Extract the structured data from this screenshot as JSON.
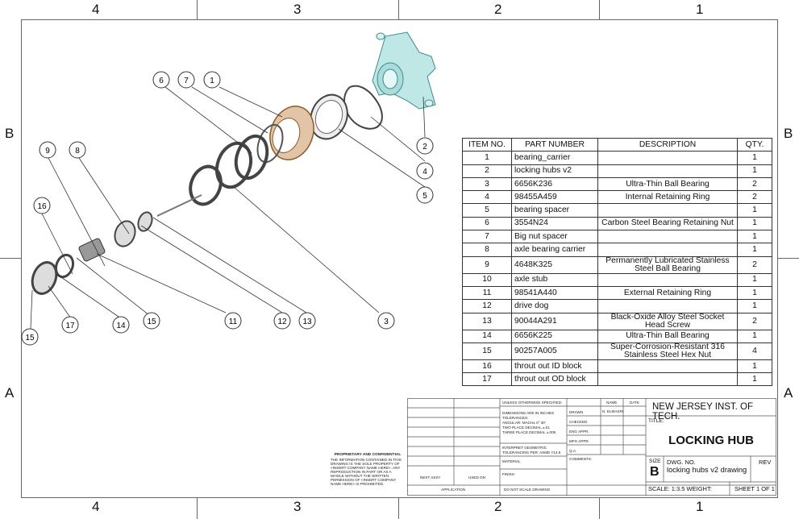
{
  "zones": {
    "cols": [
      "4",
      "3",
      "2",
      "1"
    ],
    "rows": [
      "B",
      "A"
    ]
  },
  "balloons": [
    "1",
    "2",
    "3",
    "4",
    "5",
    "6",
    "7",
    "8",
    "9",
    "11",
    "12",
    "13",
    "14",
    "15",
    "15",
    "16",
    "17"
  ],
  "bom": {
    "headers": [
      "ITEM NO.",
      "PART NUMBER",
      "DESCRIPTION",
      "QTY."
    ],
    "rows": [
      {
        "item": "1",
        "part": "bearing_carrier",
        "desc": "",
        "qty": "1"
      },
      {
        "item": "2",
        "part": "locking hubs v2",
        "desc": "",
        "qty": "1"
      },
      {
        "item": "3",
        "part": "6656K236",
        "desc": "Ultra-Thin Ball Bearing",
        "qty": "2"
      },
      {
        "item": "4",
        "part": "98455A459",
        "desc": "Internal Retaining Ring",
        "qty": "2"
      },
      {
        "item": "5",
        "part": "bearing spacer",
        "desc": "",
        "qty": "1"
      },
      {
        "item": "6",
        "part": "3554N24",
        "desc": "Carbon Steel Bearing Retaining Nut",
        "qty": "1"
      },
      {
        "item": "7",
        "part": "Big nut spacer",
        "desc": "",
        "qty": "1"
      },
      {
        "item": "8",
        "part": "axle bearing carrier",
        "desc": "",
        "qty": "1"
      },
      {
        "item": "9",
        "part": "4648K325",
        "desc": "Permanently Lubricated Stainless Steel Ball Bearing",
        "qty": "2"
      },
      {
        "item": "10",
        "part": "axle stub",
        "desc": "",
        "qty": "1"
      },
      {
        "item": "11",
        "part": "98541A440",
        "desc": "External Retaining Ring",
        "qty": "1"
      },
      {
        "item": "12",
        "part": "drive dog",
        "desc": "",
        "qty": "1"
      },
      {
        "item": "13",
        "part": "90044A291",
        "desc": "Black-Oxide Alloy Steel Socket Head Screw",
        "qty": "2"
      },
      {
        "item": "14",
        "part": "6656K225",
        "desc": "Ultra-Thin Ball Bearing",
        "qty": "1"
      },
      {
        "item": "15",
        "part": "90257A005",
        "desc": "Super-Corrosion-Resistant 316 Stainless Steel Hex Nut",
        "qty": "4"
      },
      {
        "item": "16",
        "part": "throut out ID block",
        "desc": "",
        "qty": "1"
      },
      {
        "item": "17",
        "part": "throut out OD block",
        "desc": "",
        "qty": "1"
      }
    ]
  },
  "title_block": {
    "company": "NEW JERSEY INST. OF TECH.",
    "title_label": "TITLE:",
    "title": "LOCKING HUB",
    "size_label": "SIZE",
    "size": "B",
    "dwg_no_label": "DWG. NO.",
    "dwg_no": "locking hubs v2 drawing",
    "rev_label": "REV",
    "scale": "SCALE: 1:3.5 WEIGHT:",
    "sheet": "SHEET 1 OF 1",
    "name_label": "NAME",
    "date_label": "DATE",
    "drawn_label": "DRAWN",
    "drawn_name": "N. ELMASRI",
    "checked_label": "CHECKED",
    "eng_label": "ENG APPR.",
    "mfg_label": "MFG APPR.",
    "qa_label": "Q.A.",
    "comments_label": "COMMENTS:",
    "unless": "UNLESS OTHERWISE SPECIFIED:",
    "dims1": "DIMENSIONS ARE IN INCHES",
    "dims2": "TOLERANCES:",
    "dims3": "ANGULAR: MACH± 0° 30'",
    "dims4": "TWO PLACE DECIMAL  ±.01",
    "dims5": "THREE PLACE DECIMAL  ±.005",
    "interp1": "INTERPRET GEOMETRIC",
    "interp2": "TOLERANCING PER: ASME Y14.5",
    "material": "MATERIAL",
    "finish": "FINISH",
    "next_assy": "NEXT ASSY",
    "used_on": "USED ON",
    "application": "APPLICATION",
    "do_not_scale": "DO NOT SCALE DRAWING",
    "proprietary_title": "PROPRIETARY AND CONFIDENTIAL",
    "proprietary_text": "THE INFORMATION CONTAINED IN THIS DRAWING IS THE SOLE PROPERTY OF <INSERT COMPANY NAME HERE>. ANY REPRODUCTION IN PART OR AS A WHOLE WITHOUT THE WRITTEN PERMISSION OF <INSERT COMPANY NAME HERE> IS PROHIBITED."
  }
}
